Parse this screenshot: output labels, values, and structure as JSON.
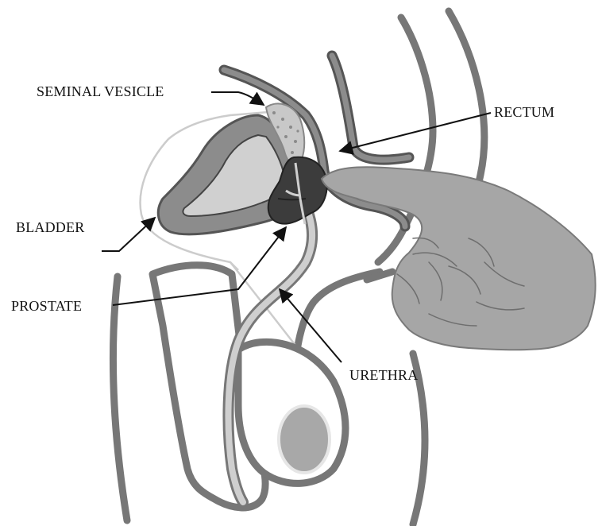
{
  "labels": {
    "seminal_vesicle": "SEMINAL VESICLE",
    "rectum": "RECTUM",
    "bladder": "BLADDER",
    "prostate": "PROSTATE",
    "urethra": "URETHRA"
  },
  "colors": {
    "body_outline": "#777777",
    "bladder_wall": "#8c8c8c",
    "bladder_inner": "#d0d0d0",
    "prostate": "#3c3c3c",
    "seminal_vesicle": "#c8c8c8",
    "urethra": "#cfcfcf",
    "finger": "#a6a6a6",
    "testis": "#a8a8a8",
    "arrow": "#111111"
  }
}
